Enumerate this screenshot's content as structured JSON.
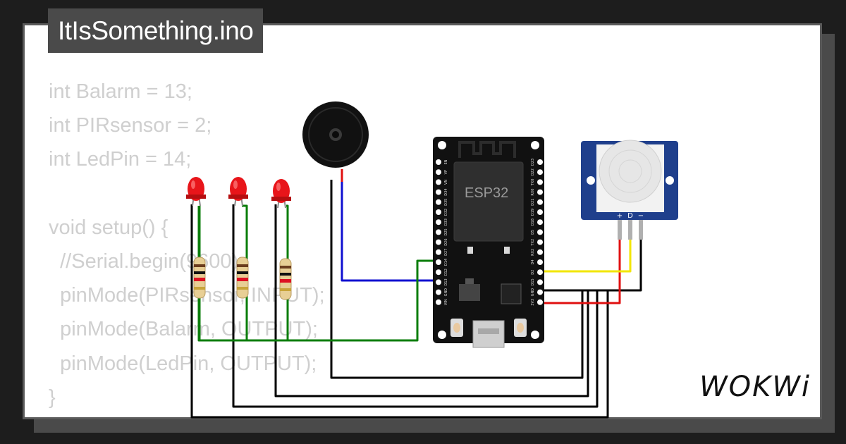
{
  "project": {
    "filename": "ItIsSomething.ino"
  },
  "code_lines": [
    "int Balarm = 13;",
    "int PIRsensor = 2;",
    "int LedPin = 14;",
    "",
    "void setup() {",
    "  //Serial.begin(9600);",
    "  pinMode(PIRsensor, INPUT);",
    "  pinMode(Balarm, OUTPUT);",
    "  pinMode(LedPin, OUTPUT);",
    "}"
  ],
  "components": {
    "esp32": {
      "label": "ESP32",
      "left_pins": [
        "EN",
        "VP",
        "VN",
        "D34",
        "D35",
        "D32",
        "D33",
        "D25",
        "D26",
        "D27",
        "D14",
        "D12",
        "D13",
        "GND",
        "VIN"
      ],
      "right_pins": [
        "D23",
        "D22",
        "TX0",
        "RX0",
        "D21",
        "D19",
        "D18",
        "D5",
        "TX2",
        "RX2",
        "D4",
        "D2",
        "D15",
        "GND",
        "3V3"
      ]
    },
    "pir": {
      "pin_labels": [
        "+",
        "D",
        "−"
      ]
    },
    "leds": {
      "count": 3,
      "color": "#e8151a"
    },
    "buzzer": {}
  },
  "brand": {
    "name": "WOKWi"
  },
  "colors": {
    "background": "#1d1d1d",
    "card": "#ffffff",
    "tab": "#4a4a4a",
    "code_text": "#cfcfcf",
    "wire_green": "#0a7d0a",
    "wire_blue": "#1010d0",
    "wire_red": "#e01010",
    "wire_yellow": "#f2e600",
    "wire_black": "#000000",
    "pir_board": "#1f3f8c"
  }
}
